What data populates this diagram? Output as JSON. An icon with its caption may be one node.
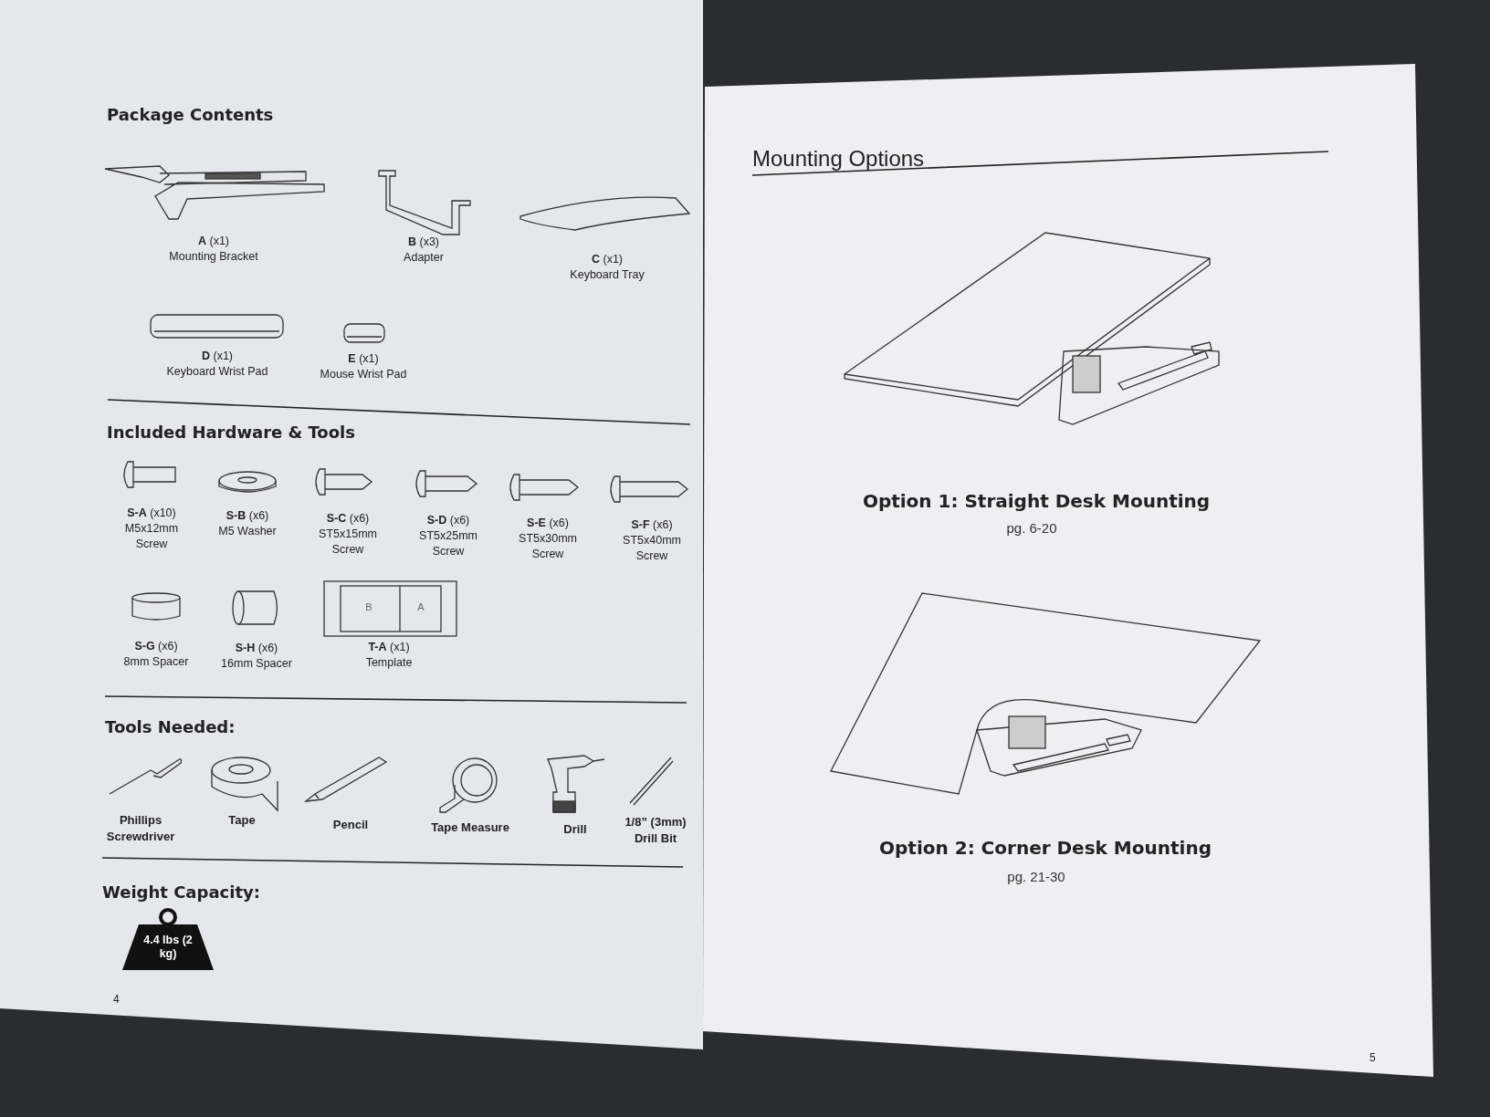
{
  "diagram": {
    "nodes": [
      {
        "text": [
          "4.4 lbs (2 kg)"
        ]
      }
    ],
    "labels": [
      "Package Contents",
      "**A** (x1)",
      "Mounting Bracket",
      "**B** (x3)",
      "Adapter",
      "**C** (x1)",
      "Keyboard Tray",
      "**D** (x1)",
      "Keyboard Wrist Pad",
      "**E** (x1)",
      "Mouse Wrist Pad",
      "Included Hardware & Tools",
      "**S-A** (x10)",
      "M5x12mm Screw",
      "**S-B** (x6)",
      "M5 Washer",
      "**S-C** (x6)",
      "ST5x15mm Screw",
      "**S-D** (x6)",
      "ST5x25mm Screw",
      "**S-E** (x6)",
      "ST5x30mm Screw",
      "**S-F** (x6)",
      "ST5x40mm Screw",
      "**S-G** (x6)",
      "8mm Spacer",
      "**S-H** (x6)",
      "16mm Spacer",
      "**T-A** (x1)",
      "Template",
      "B",
      "A",
      "Tools Needed:",
      "Phillips Screwdriver",
      "Tape",
      "Pencil",
      "Tape Measure",
      "Drill",
      "1/8” (3mm) Drill Bit",
      "Weight Capacity:",
      "4",
      "Mounting Options",
      "Option 1: Straight Desk Mounting",
      "pg. 6-20",
      "Option 2: Corner Desk Mounting",
      "pg. 21-30",
      "5"
    ]
  }
}
